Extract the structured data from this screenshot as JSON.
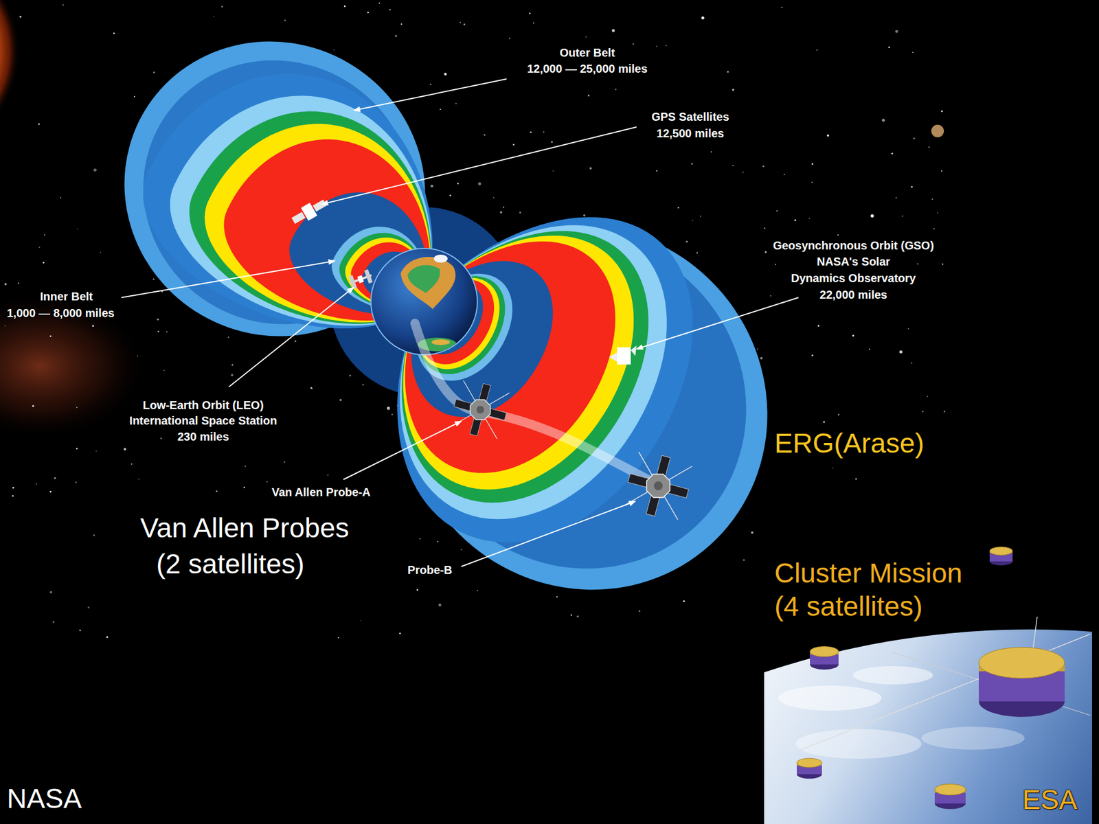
{
  "diagram": {
    "labels": [
      "Outer Belt",
      "12,000 — 25,000 miles",
      "GPS Satellites",
      "12,500 miles",
      "Geosynchronous Orbit (GSO)",
      "NASA's Solar",
      "Dynamics Observatory",
      "22,000 miles",
      "Inner Belt",
      "1,000 — 8,000 miles",
      "Low-Earth Orbit (LEO)",
      "International Space Station",
      "230 miles",
      "Van Allen Probe-A",
      "Probe-B",
      "Van Allen Probes",
      "(2 satellites)",
      "ERG(Arase)",
      "Cluster Mission",
      "(4 satellites)",
      "NASA",
      "ESA"
    ]
  }
}
